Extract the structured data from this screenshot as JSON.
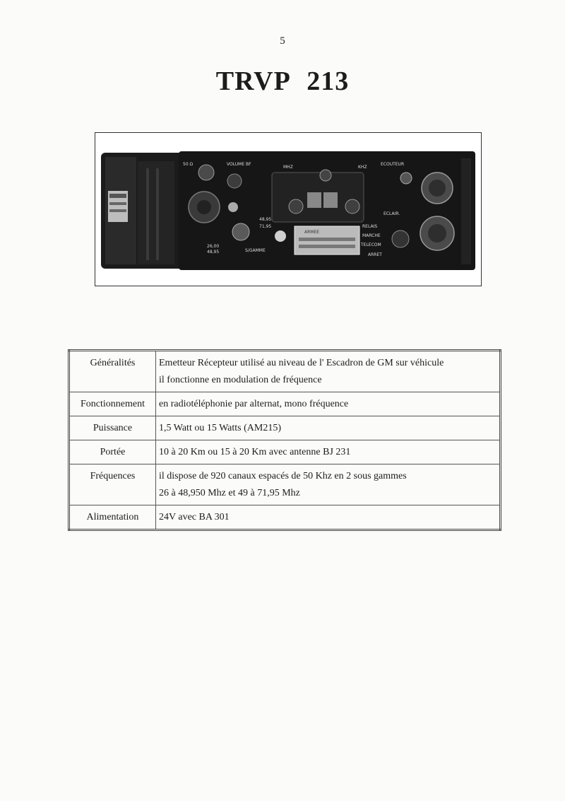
{
  "page_number": "5",
  "title": "TRVP   213",
  "photo": {
    "labels": {
      "volume": "VOLUME BF",
      "mhz_left": "MHZ",
      "mhz_right": "KHZ",
      "ecouteur": "ECOUTEUR",
      "eclair": "ECLAIR.",
      "relais": "RELAIS",
      "marche": "MARCHE",
      "telecom": "TELECOM",
      "arret": "ARRET",
      "gamme": "S/GAMME",
      "freq_high": "48,95",
      "freq_low": "71,95",
      "freq_a": "26,00",
      "freq_b": "48,95",
      "mhz_small": "50 Ω",
      "plate": "ARMEE"
    }
  },
  "specs": [
    {
      "label": "Généralités",
      "lines": [
        "Emetteur Récepteur utilisé au niveau de l' Escadron de GM sur véhicule",
        "il fonctionne en modulation de fréquence"
      ]
    },
    {
      "label": "Fonctionnement",
      "lines": [
        "en radiotéléphonie par alternat, mono fréquence"
      ]
    },
    {
      "label": "Puissance",
      "lines": [
        "1,5 Watt ou 15 Watts (AM215)"
      ]
    },
    {
      "label": "Portée",
      "lines": [
        "10 à 20 Km ou 15 à 20 Km avec antenne BJ 231"
      ]
    },
    {
      "label": "Fréquences",
      "lines": [
        "il dispose de 920 canaux espacés de 50 Khz en 2 sous gammes",
        "26 à 48,950 Mhz   et   49 à 71,95 Mhz"
      ]
    },
    {
      "label": "Alimentation",
      "lines": [
        "24V avec BA 301"
      ]
    }
  ]
}
